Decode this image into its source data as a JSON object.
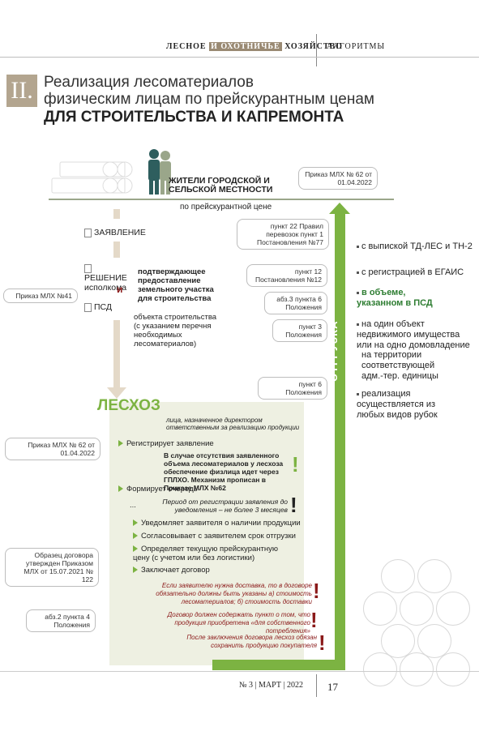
{
  "header": {
    "magazine_1": "ЛЕСНОЕ ",
    "magazine_hl": "И ОХОТНИЧЬЕ",
    "magazine_2": " ХОЗЯЙСТВО",
    "section": "АЛГОРИТМЫ"
  },
  "title": {
    "roman": "II.",
    "line1": "Реализация лесоматериалов",
    "line2": "физическим лицам по прейскурантным ценам",
    "line3": "ДЛЯ СТРОИТЕЛЬСТВА И КАПРЕМОНТА"
  },
  "top": {
    "residents": "ЖИТЕЛИ ГОРОДСКОЙ И СЕЛЬСКОЙ МЕСТНОСТИ",
    "price_note": "по прейскурантной цене",
    "order_ref": "Приказ МЛХ № 62 от 01.04.2022"
  },
  "left": {
    "application": "ЗАЯВЛЕНИЕ",
    "decision": "РЕШЕНИЕ исполкома",
    "and": "и",
    "psd": "ПСД",
    "confirm": "подтверждающее предоставление земельного участка для строительства",
    "object": "объекта строительства (с указанием перечня необходимых лесоматериалов)",
    "order41": "Приказ МЛХ №41"
  },
  "shipment": {
    "label": "ОТГРУЗКА",
    "refs": [
      "пункт 22 Правил перевозок пункт 1 Постановления №77",
      "пункт 12 Постановления №12",
      "абз.3 пункта 6 Положения",
      "пункт 3 Положения",
      "пункт 6 Положения"
    ],
    "items": [
      "с выпиской ТД-ЛЕС и ТН-2",
      "с регистрацией в ЕГАИС",
      "в объеме, указанном в ПСД",
      "на один объект недвижимого имущества или на одно домовладение",
      "на территории соответствующей адм.-тер. единицы",
      "реализация осуществляется из любых видов рубок"
    ]
  },
  "leshoz": {
    "title": "ЛЕСХОЗ",
    "person": "лица, назначенное директором ответственным за реализацию продукции",
    "steps": [
      "Регистрирует заявление",
      "Формирует очередь",
      "Уведомляет заявителя о наличии продукции",
      "Согласовывает с заявителем срок отгрузки",
      "Определяет текущую прейскурантную цену (с учетом или без логистики)",
      "Заключает договор"
    ],
    "note_missing": "В случае отсутствия заявленного объема лесоматериалов у лесхоза обеспечение физлица идет через ГПЛХО. Механизм прописан в Приказе МЛХ №62",
    "note_period": "Период от регистрации заявления до уведомления – не более 3 месяцев",
    "dots": "...",
    "note_delivery": "Если заявителю нужна доставка, то в договоре обязательно должны быть указаны а) стоимость лесоматериалов; б) стоимость доставки",
    "note_contract": "Договор должен содержать пункт о том, что продукция приобретена «для собственного потребления»",
    "note_after": "После заключения договора лесхоз обязан сохранить продукцию покупателя"
  },
  "left_refs": {
    "order62": "Приказ МЛХ № 62 от 01.04.2022",
    "sample": "Образец договора утвержден Приказом МЛХ от 15.07.2021 № 122",
    "abz2": "абз.2 пункта 4 Положения"
  },
  "footer": {
    "issue": "№ 3 | МАРТ | 2022",
    "page": "17"
  },
  "colors": {
    "green": "#7cb342",
    "tan": "#b3a58f",
    "red": "#8b1a1a"
  }
}
